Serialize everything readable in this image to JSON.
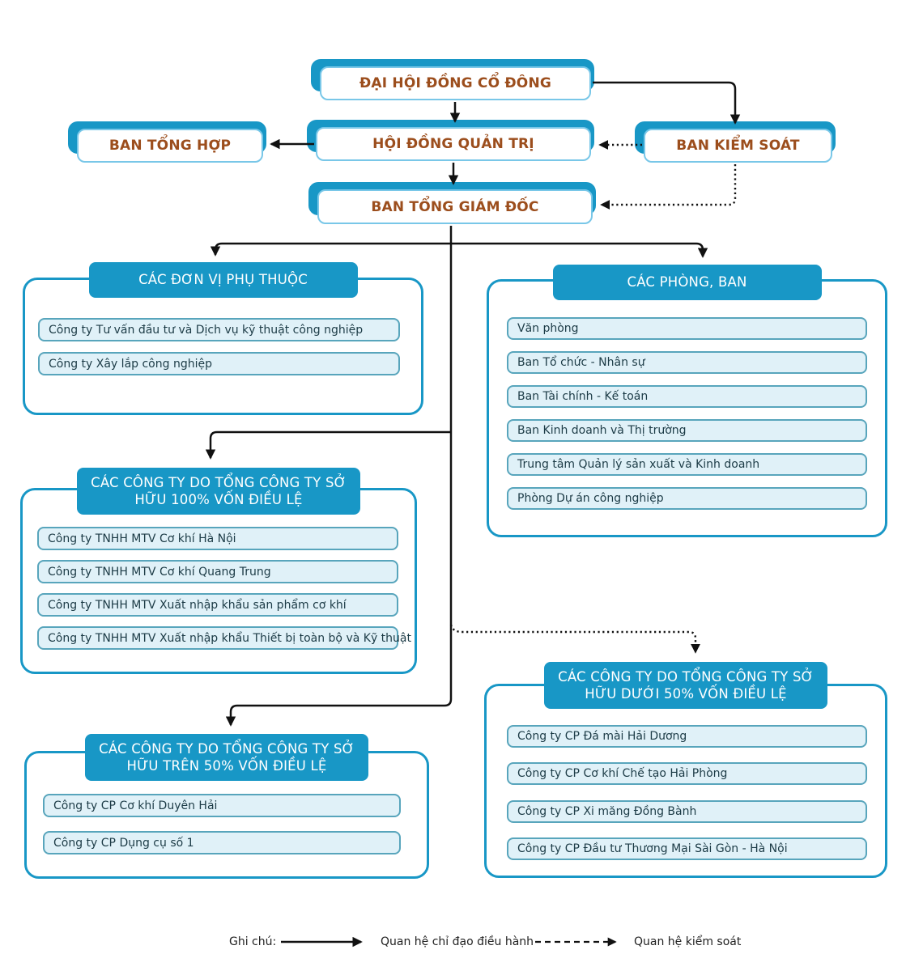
{
  "title": "Sơ đồ tổ chức",
  "colors": {
    "accent_blue": "#1897c6",
    "topbox_border": "#79c7e8",
    "topbox_text_brown": "#9c4e1d",
    "item_fill": "#e0f1f8",
    "item_border": "#58a5bc",
    "item_text": "#1c3b46",
    "connector_line": "#111111"
  },
  "top_boxes": {
    "shareholders_meeting": "ĐẠI HỘI ĐỒNG CỔ ĐÔNG",
    "board_of_management": "HỘI ĐỒNG QUẢN TRỊ",
    "general_affairs": "BAN TỔNG HỢP",
    "supervisory_board": "BAN KIỂM SOÁT",
    "general_directors": "BAN TỔNG GIÁM ĐỐC"
  },
  "groups": [
    {
      "title": "CÁC ĐƠN VỊ PHỤ THUỘC",
      "items": [
        "Công ty Tư vấn đầu tư và Dịch vụ kỹ thuật công nghiệp",
        "Công ty Xây lắp công nghiệp"
      ]
    },
    {
      "title": "CÁC PHÒNG, BAN",
      "items": [
        "Văn phòng",
        "Ban Tổ chức - Nhân sự",
        "Ban Tài chính - Kế toán",
        "Ban Kinh doanh và Thị trường",
        "Trung tâm Quản lý sản xuất và Kinh doanh",
        "Phòng Dự án công nghiệp"
      ]
    },
    {
      "title": "CÁC CÔNG TY DO TỔNG CÔNG TY SỞ HỮU 100% VỐN ĐIỀU LỆ",
      "items": [
        "Công ty TNHH MTV Cơ khí Hà Nội",
        "Công ty TNHH MTV Cơ khí Quang Trung",
        "Công ty TNHH MTV Xuất nhập khẩu sản phẩm cơ khí",
        "Công ty TNHH MTV Xuất nhập khẩu Thiết bị toàn bộ và Kỹ thuật"
      ]
    },
    {
      "title": "CÁC CÔNG TY DO TỔNG CÔNG TY SỞ HỮU TRÊN 50% VỐN ĐIỀU LỆ",
      "items": [
        "Công ty CP Cơ khí Duyên Hải",
        "Công ty CP Dụng cụ số 1"
      ]
    },
    {
      "title": "CÁC CÔNG TY DO TỔNG CÔNG TY SỞ HỮU DƯỚI 50% VỐN ĐIỀU LỆ",
      "items": [
        "Công ty CP Đá mài Hải Dương",
        "Công ty CP Cơ khí Chế tạo Hải Phòng",
        "Công ty CP Xi măng Đồng Bành",
        "Công ty CP Đầu tư Thương Mại Sài Gòn - Hà Nội"
      ]
    }
  ],
  "relations": [
    {
      "from": "ĐẠI HỘI ĐỒNG CỔ ĐÔNG",
      "to": "HỘI ĐỒNG QUẢN TRỊ",
      "type": "solid"
    },
    {
      "from": "ĐẠI HỘI ĐỒNG CỔ ĐÔNG",
      "to": "BAN KIỂM SOÁT",
      "type": "solid"
    },
    {
      "from": "HỘI ĐỒNG QUẢN TRỊ",
      "to": "BAN TỔNG HỢP",
      "type": "solid"
    },
    {
      "from": "BAN KIỂM SOÁT",
      "to": "HỘI ĐỒNG QUẢN TRỊ",
      "type": "dotted"
    },
    {
      "from": "HỘI ĐỒNG QUẢN TRỊ",
      "to": "BAN TỔNG GIÁM ĐỐC",
      "type": "solid"
    },
    {
      "from": "BAN KIỂM SOÁT",
      "to": "BAN TỔNG GIÁM ĐỐC",
      "type": "dotted"
    },
    {
      "from": "BAN TỔNG GIÁM ĐỐC",
      "to": "CÁC ĐƠN VỊ PHỤ THUỘC",
      "type": "solid"
    },
    {
      "from": "BAN TỔNG GIÁM ĐỐC",
      "to": "CÁC PHÒNG, BAN",
      "type": "solid"
    },
    {
      "from": "BAN TỔNG GIÁM ĐỐC",
      "to": "CÁC CÔNG TY DO TỔNG CÔNG TY SỞ HỮU 100% VỐN ĐIỀU LỆ",
      "type": "solid"
    },
    {
      "from": "BAN TỔNG GIÁM ĐỐC",
      "to": "CÁC CÔNG TY DO TỔNG CÔNG TY SỞ HỮU TRÊN 50% VỐN ĐIỀU LỆ",
      "type": "solid"
    },
    {
      "from": "BAN TỔNG GIÁM ĐỐC",
      "to": "CÁC CÔNG TY DO TỔNG CÔNG TY SỞ HỮU DƯỚI 50% VỐN ĐIỀU LỆ",
      "type": "dotted"
    }
  ],
  "legend": {
    "label": "Ghi chú:",
    "solid_arrow_meaning": "Quan hệ chỉ đạo điều hành",
    "dotted_arrow_meaning": "Quan hệ kiểm soát"
  }
}
